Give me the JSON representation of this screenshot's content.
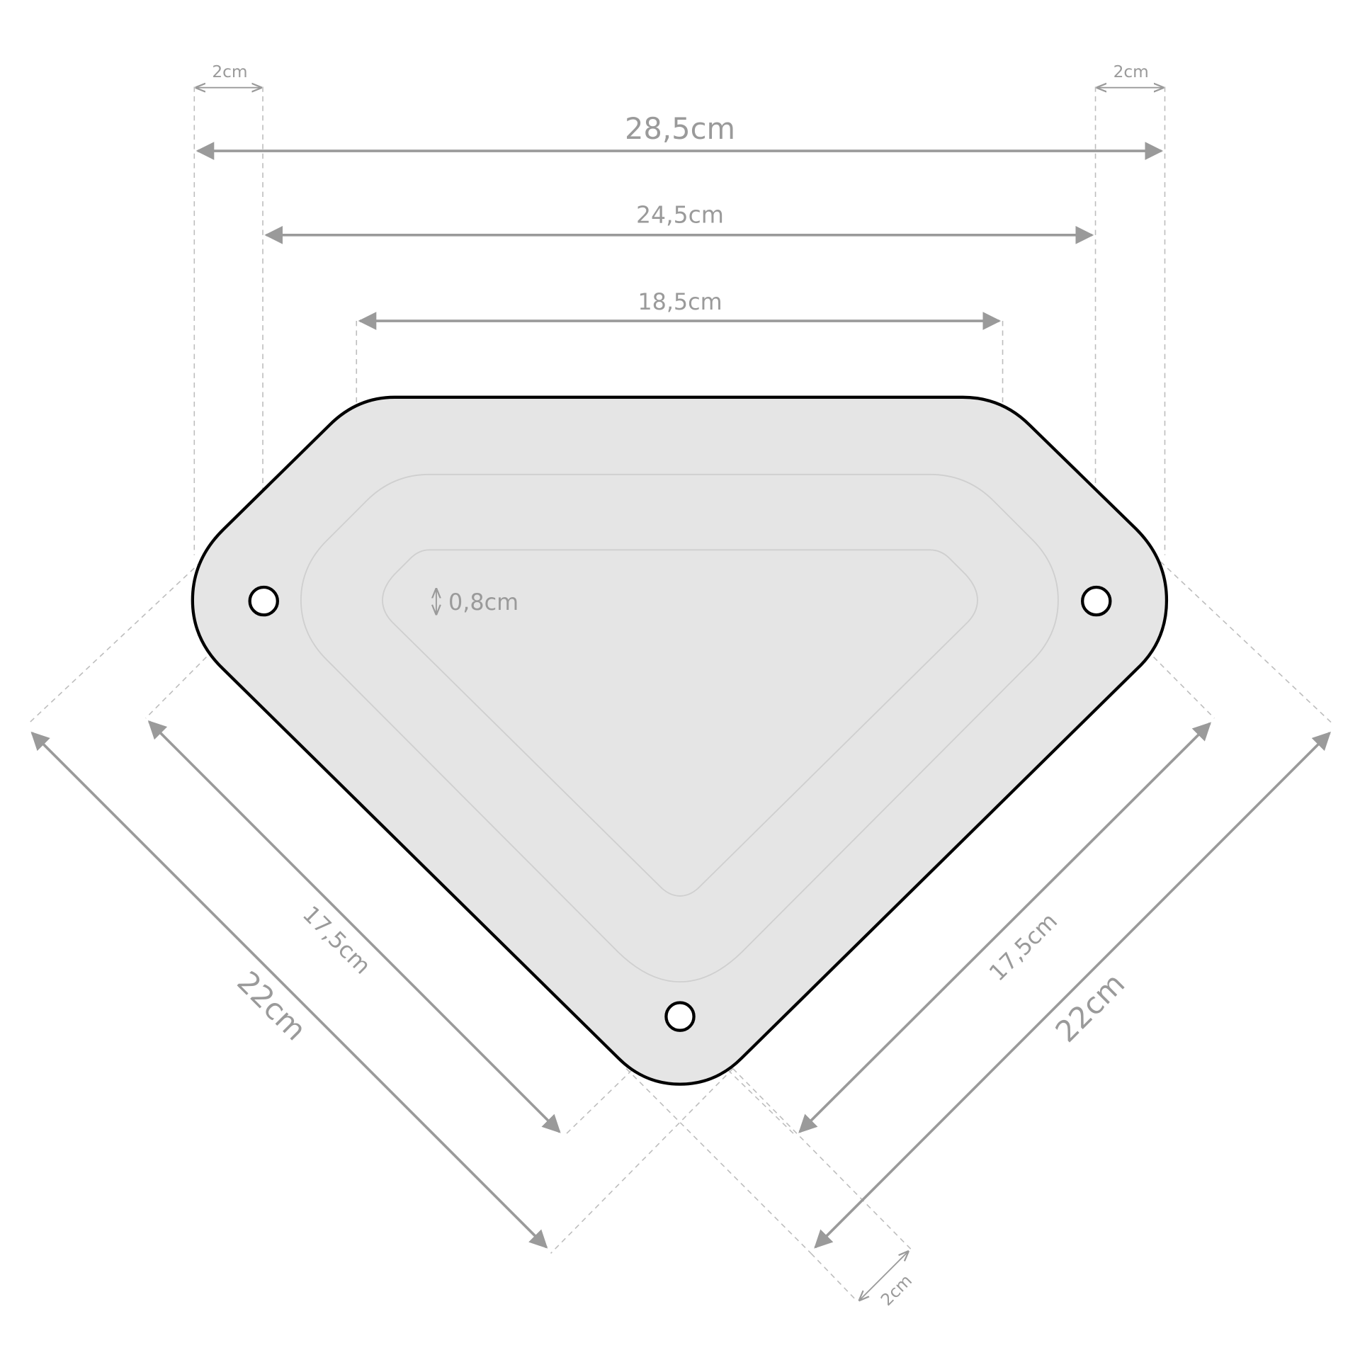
{
  "colors": {
    "plate_fill": "#e5e5e5",
    "outline": "#000000",
    "dimension": "#9a9a9a",
    "inner_line": "#cfcfcf"
  },
  "labels": {
    "top_left_margin": "2cm",
    "top_right_margin": "2cm",
    "overall_width": "28,5cm",
    "hole_spacing": "24,5cm",
    "top_edge": "18,5cm",
    "hole_diameter": "0,8cm",
    "left_hole_spacing": "17,5cm",
    "left_overall": "22cm",
    "right_hole_spacing": "17,5cm",
    "right_overall": "22cm",
    "bottom_margin": "2cm"
  }
}
